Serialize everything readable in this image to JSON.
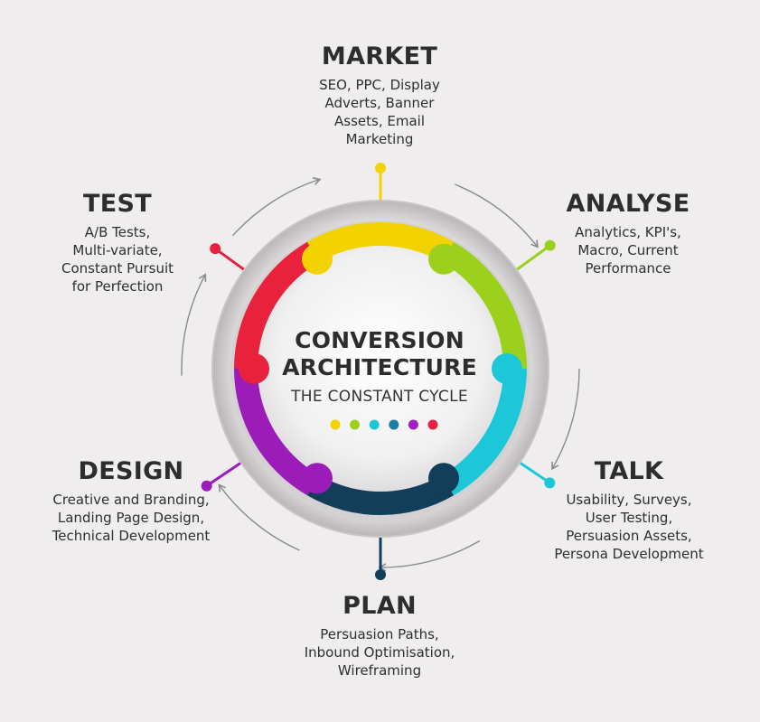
{
  "center": {
    "title_lines": [
      "CONVERSION",
      "ARCHITECTURE"
    ],
    "subtitle": "THE CONSTANT CYCLE"
  },
  "dot_colors": [
    "#f2d200",
    "#9bd01c",
    "#20c6d6",
    "#1b7ea6",
    "#a11fc0",
    "#e8233f"
  ],
  "stages": [
    {
      "id": "market",
      "title": "MARKET",
      "desc": [
        "SEO, PPC, Display",
        "Adverts, Banner",
        "Assets, Email",
        "Marketing"
      ],
      "color": "#f2d200"
    },
    {
      "id": "analyse",
      "title": "ANALYSE",
      "desc": [
        "Analytics, KPI's,",
        "Macro, Current",
        "Performance"
      ],
      "color": "#9bd01c"
    },
    {
      "id": "talk",
      "title": "TALK",
      "desc": [
        "Usability, Surveys,",
        "User Testing,",
        "Persuasion Assets,",
        "Persona Development"
      ],
      "color": "#1cc8d8"
    },
    {
      "id": "plan",
      "title": "PLAN",
      "desc": [
        "Persuasion Paths,",
        "Inbound Optimisation,",
        "Wireframing"
      ],
      "color": "#123e5a"
    },
    {
      "id": "design",
      "title": "DESIGN",
      "desc": [
        "Creative and Branding,",
        "Landing Page Design,",
        "Technical Development"
      ],
      "color": "#9b1cb8"
    },
    {
      "id": "test",
      "title": "TEST",
      "desc": [
        "A/B Tests,",
        "Multi-variate,",
        "Constant Pursuit",
        "for Perfection"
      ],
      "color": "#e8213c"
    }
  ]
}
